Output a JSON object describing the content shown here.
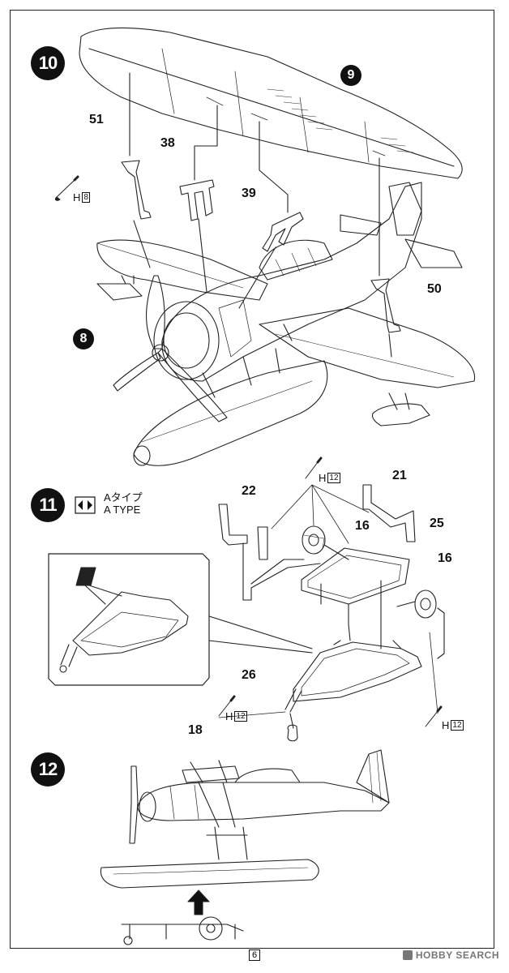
{
  "steps": {
    "s10": {
      "number": "10"
    },
    "s11": {
      "number": "11",
      "type_jp": "Aタイプ",
      "type_en": "A TYPE"
    },
    "s12": {
      "number": "12"
    }
  },
  "parts": {
    "p51": "51",
    "p38": "38",
    "p39": "39",
    "p9": "9",
    "p50": "50",
    "p8": "8",
    "p22": "22",
    "p21": "21",
    "p16a": "16",
    "p25": "25",
    "p16b": "16",
    "p26": "26",
    "p18": "18"
  },
  "paint": {
    "h8": {
      "letter": "H",
      "code": "8"
    },
    "h12a": {
      "letter": "H",
      "code": "12"
    },
    "h12b": {
      "letter": "H",
      "code": "12"
    },
    "h12c": {
      "letter": "H",
      "code": "12"
    }
  },
  "footer": {
    "page": "6",
    "watermark": "HOBBY SEARCH"
  },
  "colors": {
    "ink": "#111111",
    "watermark": "#777777"
  }
}
